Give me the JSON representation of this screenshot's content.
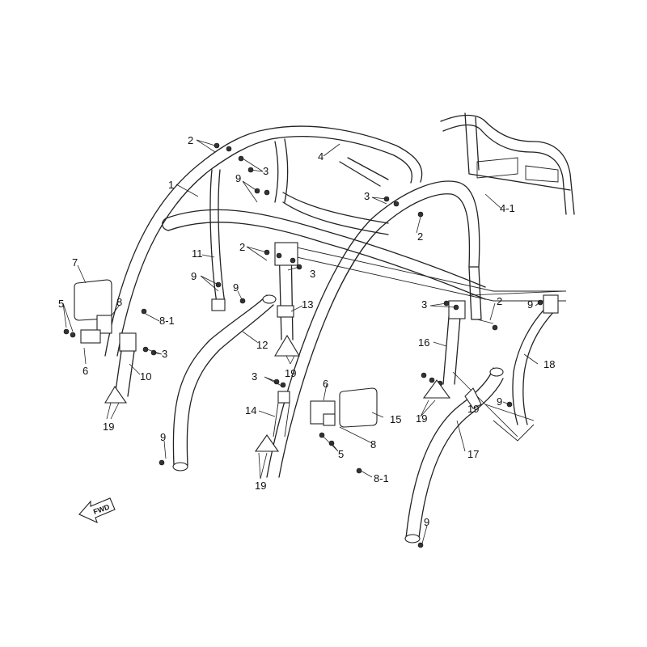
{
  "labels": [
    "1",
    "2",
    "2",
    "2",
    "2",
    "3",
    "3",
    "3",
    "3",
    "3",
    "3",
    "4",
    "4-1",
    "5",
    "5",
    "6",
    "6",
    "7",
    "8",
    "8",
    "8-1",
    "8-1",
    "9",
    "9",
    "9",
    "9",
    "9",
    "9",
    "9",
    "10",
    "11",
    "12",
    "13",
    "14",
    "15",
    "16",
    "17",
    "18",
    "19",
    "19",
    "19",
    "19",
    "19"
  ],
  "fwd_text": "FWD",
  "colors": {
    "line": "#222222",
    "background": "#ffffff"
  }
}
